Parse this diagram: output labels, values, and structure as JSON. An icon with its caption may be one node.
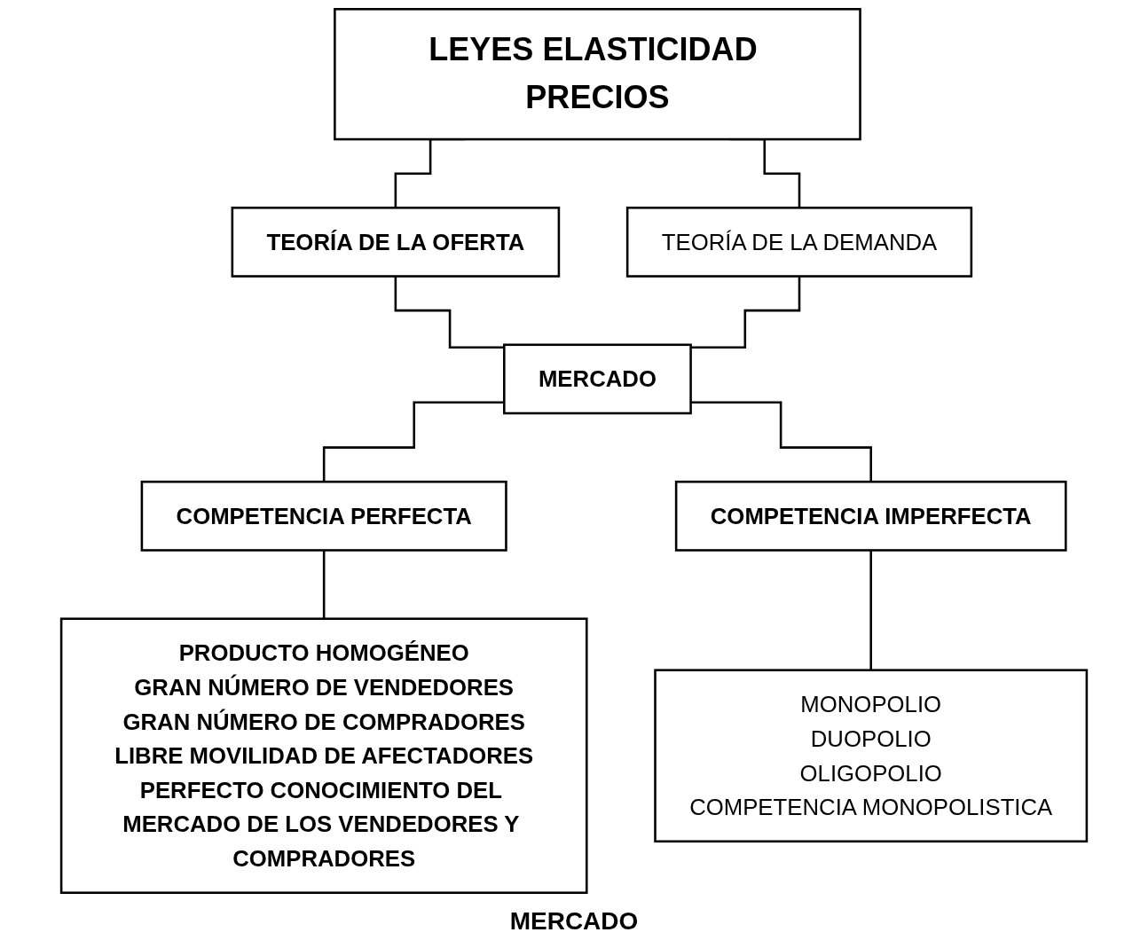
{
  "diagram": {
    "caption": "MERCADO",
    "nodes": [
      {
        "text": [
          "LEYES ELASTICIDAD PRECIOS"
        ]
      },
      {
        "text": [
          "TEORÍA DE LA OFERTA"
        ]
      },
      {
        "text": [
          "TEORÍA DE LA DEMANDA"
        ]
      },
      {
        "text": [
          "MERCADO"
        ]
      },
      {
        "text": [
          "COMPETENCIA PERFECTA"
        ]
      },
      {
        "text": [
          "COMPETENCIA IMPERFECTA"
        ]
      },
      {
        "text": [
          "PRODUCTO HOMOGÉNEO",
          "GRAN NÚMERO DE VENDEDORES",
          "GRAN NÚMERO DE COMPRADORES",
          "LIBRE MOVILIDAD DE AFECTADORES",
          "PERFECTO CONOCIMIENTO DEL MERCADO DE LOS VENDEDORES Y COMPRADORES"
        ]
      },
      {
        "text": [
          "MONOPOLIO",
          "DUOPOLIO",
          "OLIGOPOLIO",
          "COMPETENCIA MONOPOLISTICA"
        ]
      }
    ],
    "edges": [
      {
        "from": 0,
        "to": 1,
        "arrow": "none"
      },
      {
        "from": 0,
        "to": 2,
        "arrow": "none"
      },
      {
        "from": 1,
        "to": 3,
        "arrow": "none"
      },
      {
        "from": 2,
        "to": 3,
        "arrow": "none"
      },
      {
        "from": 3,
        "to": 4,
        "arrow": "none"
      },
      {
        "from": 3,
        "to": 5,
        "arrow": "none"
      },
      {
        "from": 4,
        "to": 6,
        "arrow": "none"
      },
      {
        "from": 5,
        "to": 7,
        "arrow": "none"
      }
    ]
  }
}
